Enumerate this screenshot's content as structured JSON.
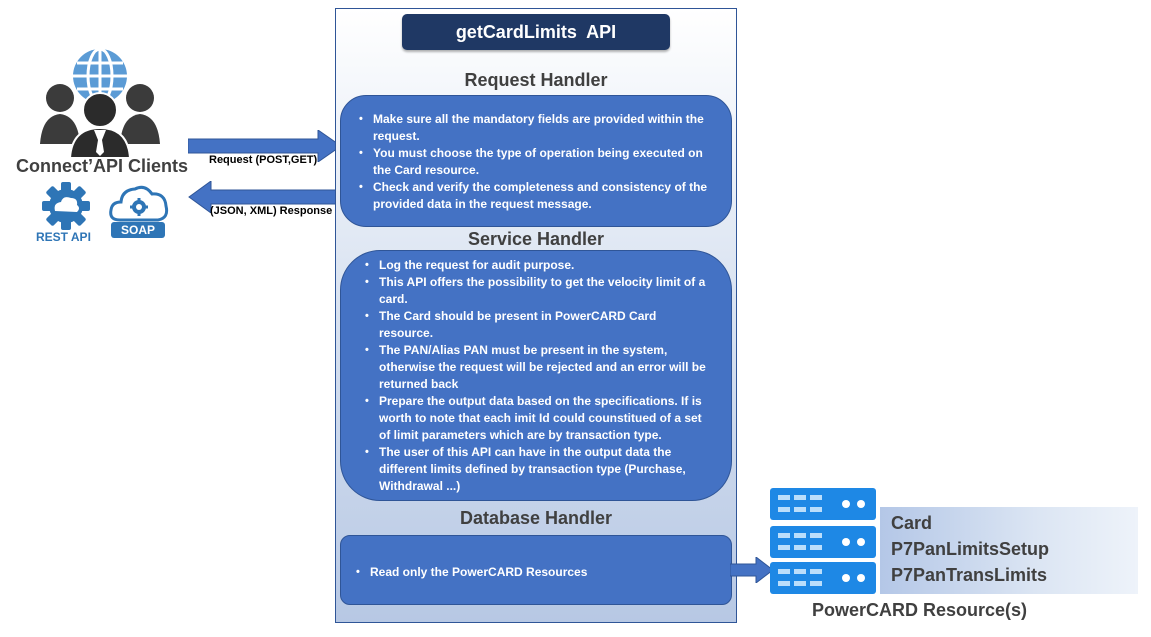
{
  "api": {
    "title": "getCardLimits  API"
  },
  "clients": {
    "label": "Connect’API Clients",
    "rest_label": "REST API",
    "soap_label": "SOAP"
  },
  "arrows": {
    "request_label": "Request (POST,GET)",
    "response_label": "(JSON, XML) Response"
  },
  "request_handler": {
    "title": "Request Handler",
    "items": [
      "Make sure all the mandatory fields are provided within the request.",
      "You must choose the type of operation being executed on the Card resource.",
      "Check and verify the completeness and consistency of the provided data in the request message."
    ]
  },
  "service_handler": {
    "title": "Service Handler",
    "items": [
      "Log the request for audit purpose.",
      "This API offers the possibility to get the velocity limit of a card.",
      "The Card should be present in PowerCARD Card resource.",
      "The PAN/Alias PAN must be present in the system, otherwise the request will be rejected and an error will be returned back",
      "Prepare the output data based on the specifications. If is worth to note that each imit Id could counstitued of a set of limit parameters which are by transaction type.",
      "The user of this API can have in the output data the different limits defined by transaction type (Purchase, Withdrawal ...)"
    ]
  },
  "database_handler": {
    "title": "Database Handler",
    "items": [
      "Read only the PowerCARD Resources"
    ]
  },
  "resources": {
    "items": [
      "Card",
      "P7PanLimitsSetup",
      "P7PanTransLimits"
    ],
    "caption": "PowerCARD Resource(s)"
  },
  "colors": {
    "navy": "#1f3864",
    "box_blue": "#4472c4",
    "icon_blue": "#2e75b6",
    "text_gray": "#404040"
  }
}
